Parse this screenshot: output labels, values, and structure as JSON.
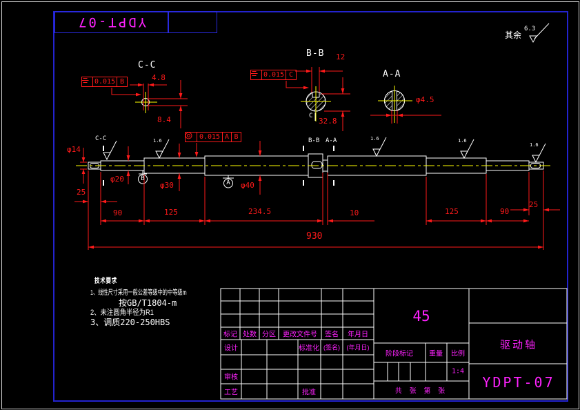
{
  "corner": {
    "doc": "YDPT-07"
  },
  "general_roughness": {
    "rest": "其余",
    "value": "6.3"
  },
  "labels": {
    "sec_cc": "C-C",
    "sec_bb": "B-B",
    "sec_aa": "A-A",
    "cut_cc": "C-C",
    "cut_bb": "B-B",
    "cut_aa": "A-A",
    "datum_a": "A",
    "datum_b": "B",
    "datum_c": "C",
    "rough_fine": "1.6"
  },
  "fcf": {
    "main": {
      "value": "0.015",
      "d1": "A",
      "d2": "B"
    },
    "cc": {
      "value": "0.015",
      "datum": "B"
    },
    "bb": {
      "value": "0.015",
      "datum": "C"
    }
  },
  "dims": {
    "phi14": "φ14",
    "phi20": "φ20",
    "phi30": "φ30",
    "phi40": "φ40",
    "len25l": "25",
    "len90l": "90",
    "len125l": "125",
    "len234": "234.5",
    "len10": "10",
    "len125r": "125",
    "len90r": "90",
    "len25r": "25",
    "total": "930",
    "cc_w": "4.8",
    "cc_h": "8.4",
    "bb_w": "12",
    "bb_h": "32.8",
    "aa_hole": "φ4.5"
  },
  "tech": {
    "title": "技术要求",
    "line1": "1、线性尺寸采用一般公差等级中的中等级m",
    "line2": "按GB/T1804-m",
    "line3": "2、未注圆角半径为R1",
    "line4": "3、调质220-250HBS"
  },
  "titleblock": {
    "material": "45",
    "biaoji": "标记",
    "chushu": "处数",
    "fenqu": "分区",
    "genggai": "更改文件号",
    "qianming": "签名",
    "nianyueri": "年月日",
    "design": "设计",
    "standard": "标准化",
    "sig": "(签名)",
    "date": "(年月日)",
    "check": "审核",
    "process": "工艺",
    "approve": "批准",
    "stage": "阶段标记",
    "weight": "重量",
    "scale_label": "比例",
    "scale": "1:4",
    "sheet": "共  张 第  张",
    "part_name": "驱动轴",
    "drawing_no": "YDPT-07"
  }
}
